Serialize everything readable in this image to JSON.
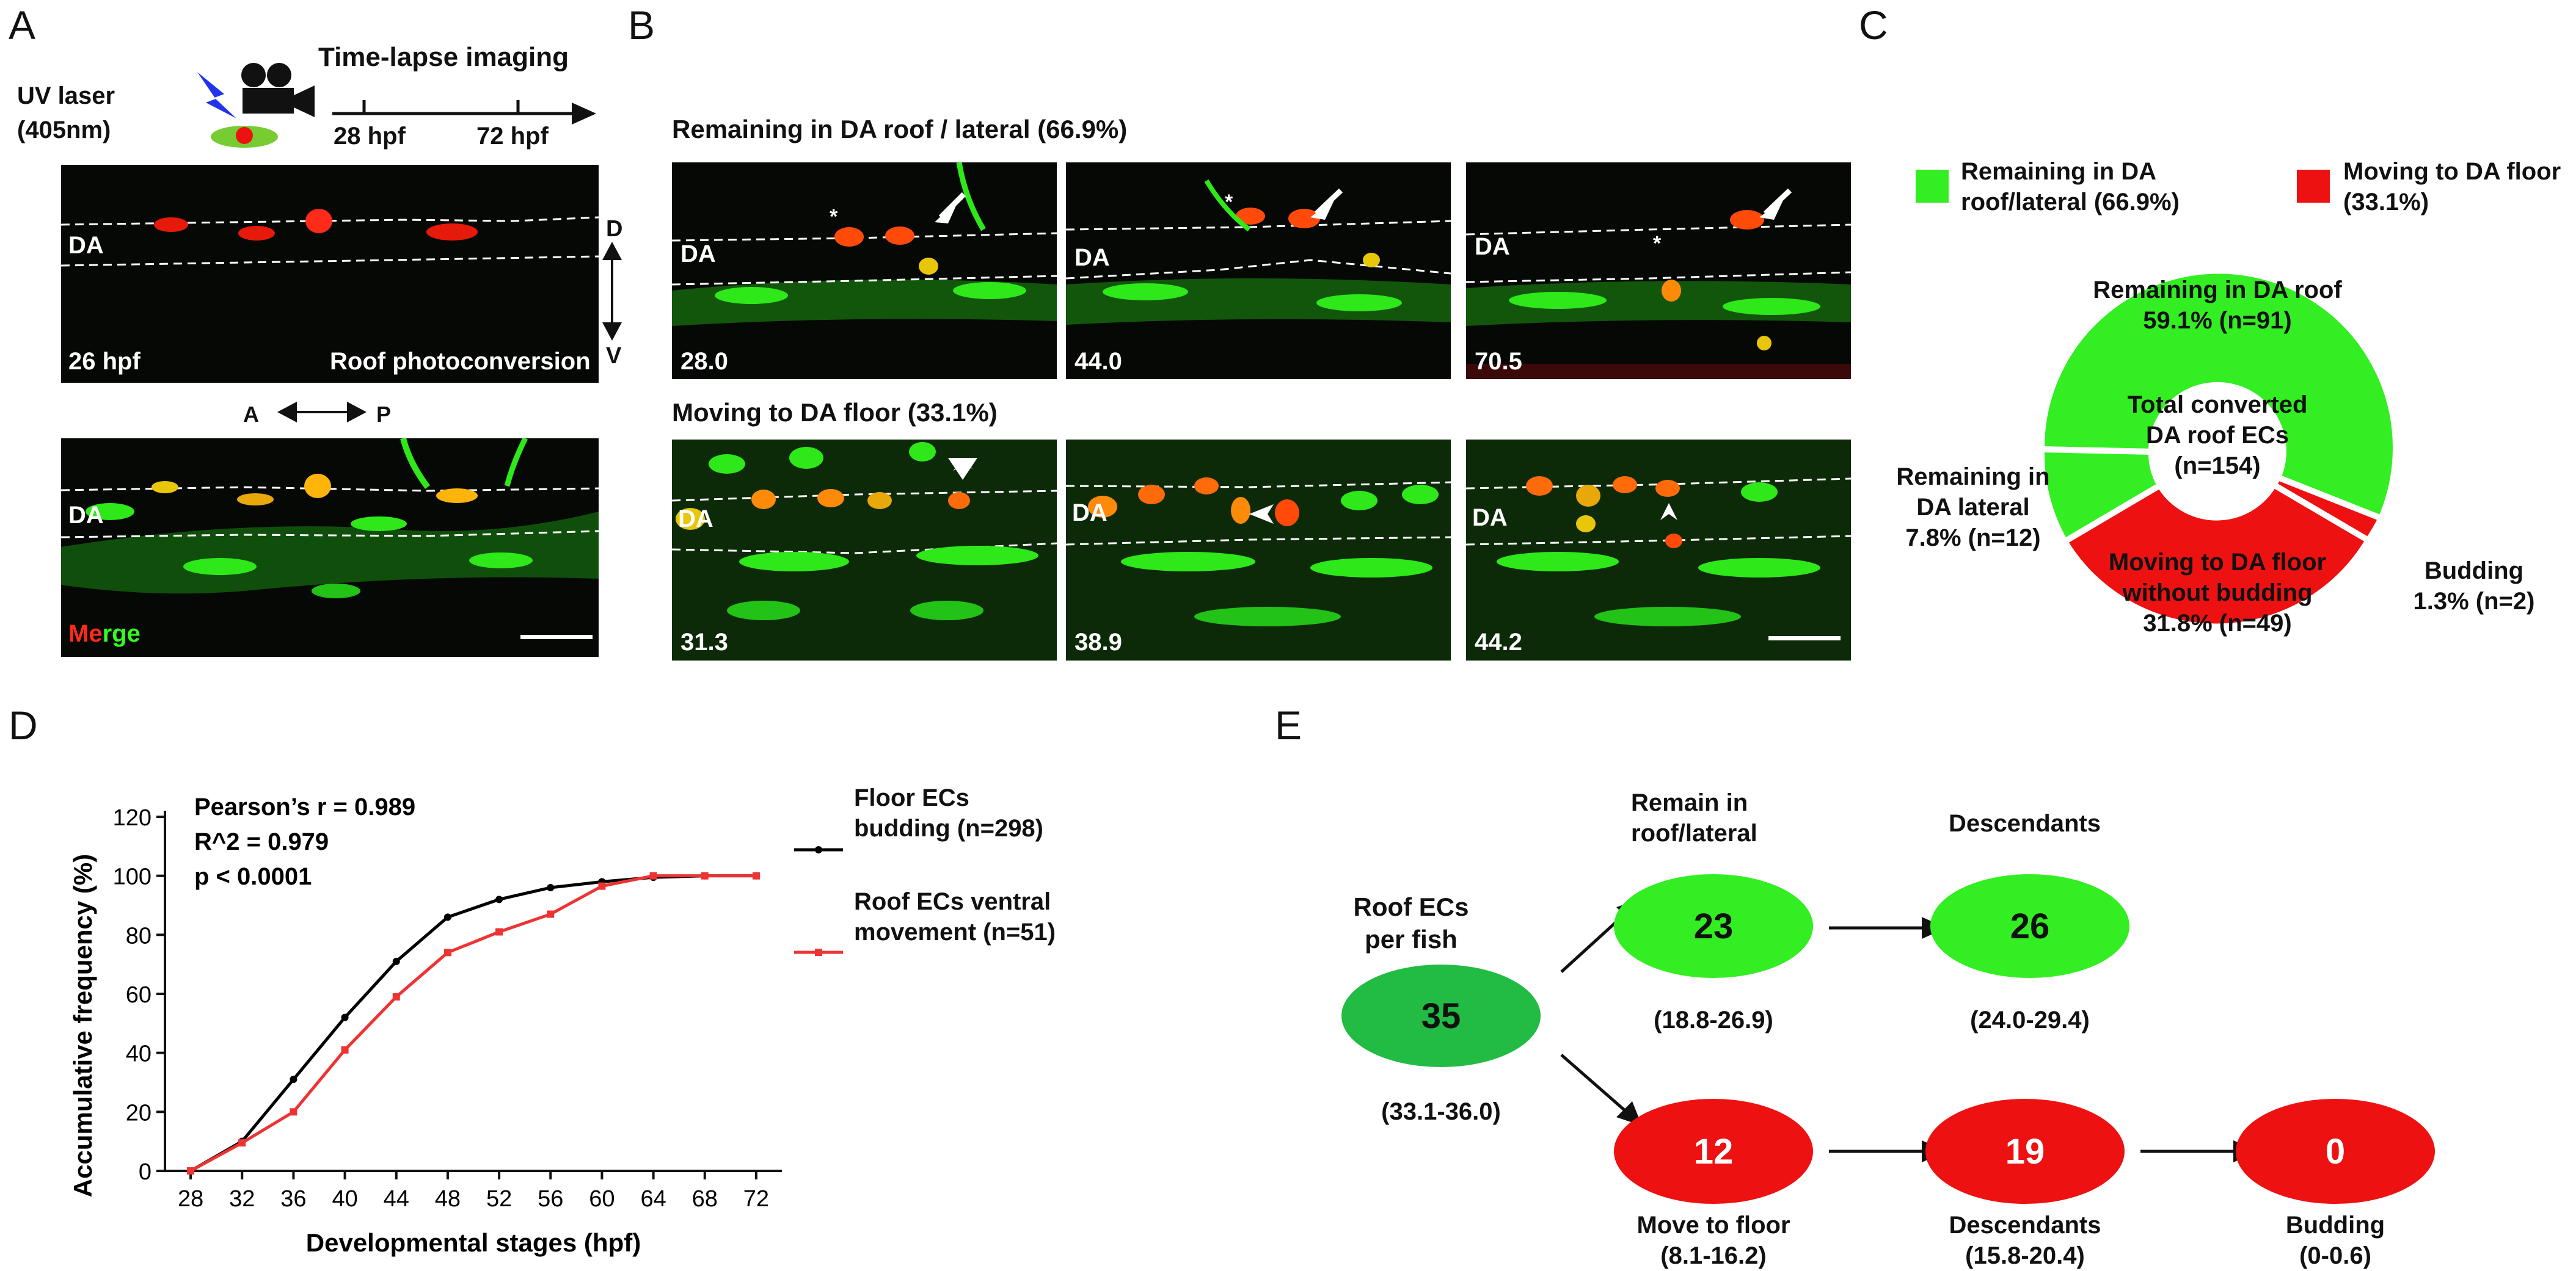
{
  "panel_letters": {
    "a": "A",
    "b": "B",
    "c": "C",
    "d": "D",
    "e": "E"
  },
  "panel_a": {
    "laser": "UV laser",
    "wavelength": "(405nm)",
    "timelapse": "Time-lapse imaging",
    "t1": "28 hpf",
    "t2": "72 hpf",
    "top_label": "DA",
    "top_time": "26 hpf",
    "top_caption": "Roof photoconversion",
    "axis_d": "D",
    "axis_v": "V",
    "axis_a": "A",
    "axis_p": "P",
    "bottom_label": "DA",
    "merge_1": "Me",
    "merge_2": "rge",
    "colors": {
      "red": "#ff2a1a",
      "green": "#32ff20"
    }
  },
  "panel_b": {
    "row1_title": "Remaining in DA roof / lateral (66.9%)",
    "row2_title": "Moving to DA floor (33.1%)",
    "row1_frames": [
      {
        "label": "DA",
        "time": "28.0"
      },
      {
        "label": "DA",
        "time": "44.0"
      },
      {
        "label": "DA",
        "time": "70.5"
      }
    ],
    "row2_frames": [
      {
        "label": "DA",
        "time": "31.3"
      },
      {
        "label": "DA",
        "time": "38.9"
      },
      {
        "label": "DA",
        "time": "44.2"
      }
    ],
    "asterisk": "*"
  },
  "panel_c": {
    "legend_green": "Remaining in DA roof/lateral (66.9%)",
    "legend_red": "Moving to DA floor (33.1%)",
    "center_1": "Total converted",
    "center_2": "DA roof ECs",
    "center_3": "(n=154)",
    "slice_roof_1": "Remaining in DA roof",
    "slice_roof_2": "59.1% (n=91)",
    "slice_lat_1": "Remaining in",
    "slice_lat_2": "DA lateral",
    "slice_lat_3": "7.8% (n=12)",
    "slice_floor_1": "Moving to DA floor",
    "slice_floor_2": "without budding",
    "slice_floor_3": "31.8% (n=49)",
    "slice_bud_1": "Budding",
    "slice_bud_2": "1.3% (n=2)",
    "colors": {
      "green": "#33ee22",
      "red": "#ee1111"
    }
  },
  "chart_data": {
    "type": "line",
    "xlabel": "Developmental stages (hpf)",
    "ylabel": "Accumulative frequency (%)",
    "ylim": [
      0,
      120
    ],
    "xlim": [
      28,
      72
    ],
    "x": [
      28,
      32,
      36,
      40,
      44,
      48,
      52,
      56,
      60,
      64,
      68,
      72
    ],
    "yticks": [
      0,
      20,
      40,
      60,
      80,
      100,
      120
    ],
    "annotations": [
      "Pearson’s r = 0.989",
      "R^2 = 0.979",
      "p < 0.0001"
    ],
    "series": [
      {
        "name": "Floor ECs budding (n=298)",
        "legend_1": "Floor ECs",
        "legend_2": "budding (n=298)",
        "color": "#000000",
        "values": [
          0,
          10,
          31,
          52,
          71,
          86,
          92,
          96,
          98,
          99.5,
          100,
          100
        ]
      },
      {
        "name": "Roof ECs ventral movement (n=51)",
        "legend_1": "Roof ECs ventral",
        "legend_2": "movement (n=51)",
        "color": "#ee3333",
        "values": [
          0,
          9.5,
          20,
          41,
          59,
          74,
          81,
          87,
          96.5,
          100,
          100,
          100
        ]
      }
    ],
    "legend": "right"
  },
  "panel_e": {
    "roof_1": "Roof ECs",
    "roof_2": "per fish",
    "n35": "35",
    "ci35": "(33.1-36.0)",
    "remain_1": "Remain in",
    "remain_2": "roof/lateral",
    "n23": "23",
    "ci23": "(18.8-26.9)",
    "desc_top": "Descendants",
    "n26": "26",
    "ci26": "(24.0-29.4)",
    "n12": "12",
    "move": "Move to floor",
    "ci12": "(8.1-16.2)",
    "n19": "19",
    "desc_bot": "Descendants",
    "ci19": "(15.8-20.4)",
    "n0": "0",
    "bud": "Budding",
    "ci0": "(0-0.6)",
    "colors": {
      "dark_green": "#22bb44",
      "green": "#33ee22",
      "red": "#ee1111"
    }
  }
}
